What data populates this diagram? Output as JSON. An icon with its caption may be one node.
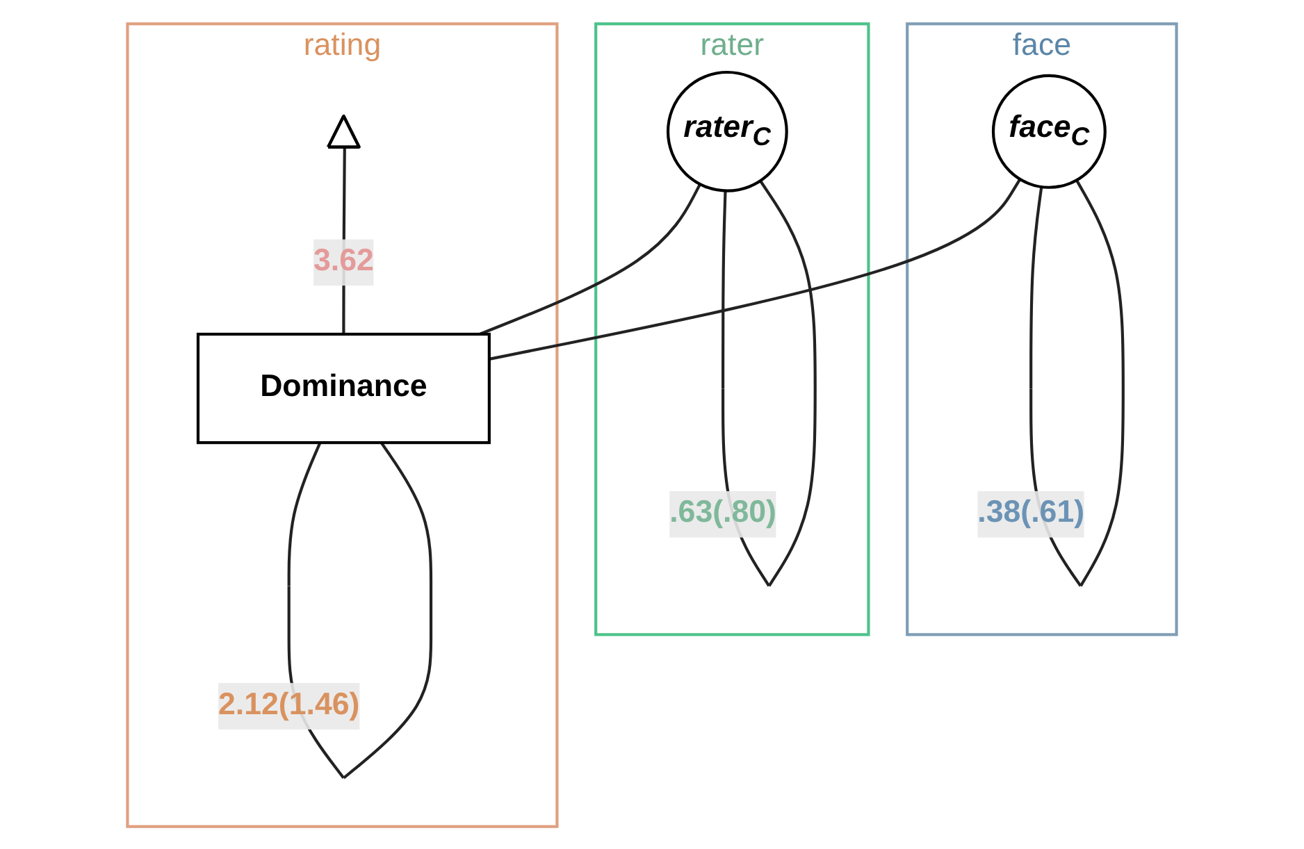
{
  "diagram": {
    "nodes": [
      {
        "text": [
          "face"
        ]
      },
      {
        "text": [
          "face$_{C}$"
        ],
        "in": 0
      },
      {
        "text": [
          "rater"
        ]
      },
      {
        "text": [
          "rater$_{C}$"
        ],
        "in": 2
      },
      {
        "text": [
          "rating"
        ]
      },
      {
        "text": [],
        "shape": "triangle",
        "in": 4
      },
      {
        "text": [
          "Dominance"
        ],
        "in": 4
      }
    ],
    "edges": [
      {
        "from": 1,
        "to": 1,
        "arrow": "none",
        "label": ".38(.61)"
      },
      {
        "from": 3,
        "to": 3,
        "arrow": "none",
        "label": ".63(.80)"
      },
      {
        "from": 1,
        "to": 6,
        "arrow": "none"
      },
      {
        "from": 3,
        "to": 6,
        "arrow": "none"
      },
      {
        "from": 5,
        "to": 6,
        "arrow": "none",
        "label": "3.62"
      },
      {
        "from": 6,
        "to": 6,
        "arrow": "none",
        "label": "2.12(1.46)"
      }
    ]
  }
}
